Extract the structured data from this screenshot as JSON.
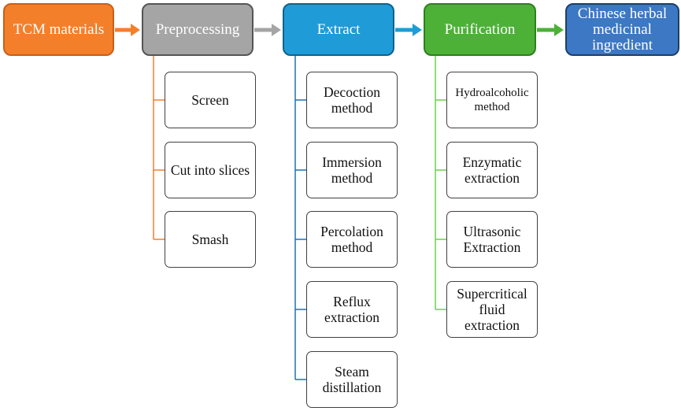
{
  "stages": [
    {
      "id": "tcm",
      "label": "TCM materials",
      "color": "#f47f2b"
    },
    {
      "id": "pre",
      "label": "Preprocessing",
      "color": "#a5a5a5"
    },
    {
      "id": "ext",
      "label": "Extract",
      "color": "#1f9bd7"
    },
    {
      "id": "pur",
      "label": "Purification",
      "color": "#4db138"
    },
    {
      "id": "chm",
      "label": "Chinese herbal medicinal ingredient",
      "color": "#3c78c3"
    }
  ],
  "arrows": [
    {
      "from": "tcm",
      "to": "pre",
      "color": "#f47f2b"
    },
    {
      "from": "pre",
      "to": "ext",
      "color": "#a5a5a5"
    },
    {
      "from": "ext",
      "to": "pur",
      "color": "#1f9bd7"
    },
    {
      "from": "pur",
      "to": "chm",
      "color": "#4db138"
    }
  ],
  "preprocessing_steps": [
    "Screen",
    "Cut into slices",
    "Smash"
  ],
  "extract_methods": [
    "Decoction method",
    "Immersion method",
    "Percolation method",
    "Reflux extraction",
    "Steam distillation"
  ],
  "purification_methods": [
    "Hydroalcoholic method",
    "Enzymatic extraction",
    "Ultrasonic Extraction",
    "Supercritical fluid extraction"
  ]
}
